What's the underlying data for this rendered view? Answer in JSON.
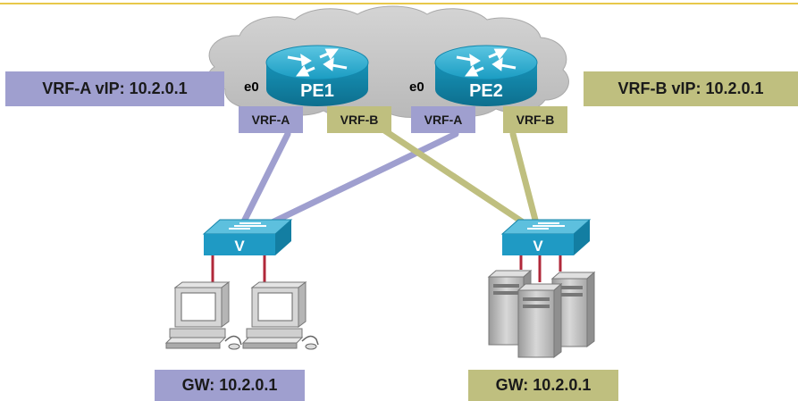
{
  "colors": {
    "vrf_a": "#9f9fcf",
    "vrf_b": "#bfbf7f",
    "cloud": "#c9c9c9",
    "router": "#1aa3c7",
    "switch": "#1f9ac4",
    "access_link": "#b0283a",
    "top_rule": "#e8c84a"
  },
  "routers": [
    {
      "name": "PE1",
      "icon": "router-icon"
    },
    {
      "name": "PE2",
      "icon": "router-icon"
    }
  ],
  "interfaces": {
    "pe1": "e0",
    "pe2": "e0"
  },
  "vrf_tags": {
    "pe1_a": "VRF-A",
    "pe1_b": "VRF-B",
    "pe2_a": "VRF-A",
    "pe2_b": "VRF-B"
  },
  "vip": {
    "a": "VRF-A vIP:  10.2.0.1",
    "b": "VRF-B vIP:  10.2.0.1"
  },
  "switches": [
    {
      "label": "V",
      "icon": "switch-icon"
    },
    {
      "label": "V",
      "icon": "switch-icon"
    }
  ],
  "gateways": {
    "a": "GW:  10.2.0.1",
    "b": "GW:  10.2.0.1"
  },
  "hosts": {
    "left": [
      "workstation-icon",
      "workstation-icon"
    ],
    "right": [
      "server-icon",
      "server-icon",
      "server-icon"
    ]
  }
}
